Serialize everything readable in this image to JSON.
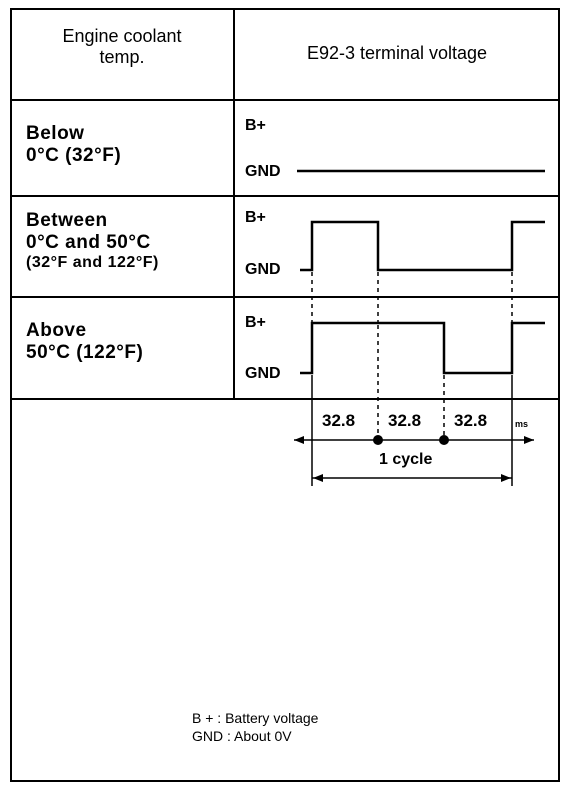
{
  "header": {
    "col1_line1": "Engine coolant",
    "col1_line2": "temp.",
    "col2": "E92-3 terminal voltage"
  },
  "rows": [
    {
      "line1": "Below",
      "line2": "0°C (32°F)",
      "line3": ""
    },
    {
      "line1": "Between",
      "line2": "0°C and 50°C",
      "line3": "(32°F and 122°F)"
    },
    {
      "line1": "Above",
      "line2": "50°C (122°F)",
      "line3": ""
    }
  ],
  "levels": {
    "high": "B+",
    "low": "GND"
  },
  "timing": {
    "segments": [
      "32.8",
      "32.8",
      "32.8"
    ],
    "unit": "ms",
    "cycle_label": "1 cycle"
  },
  "legend": {
    "line1": "B + :  Battery voltage",
    "line2": "GND : About 0V"
  }
}
